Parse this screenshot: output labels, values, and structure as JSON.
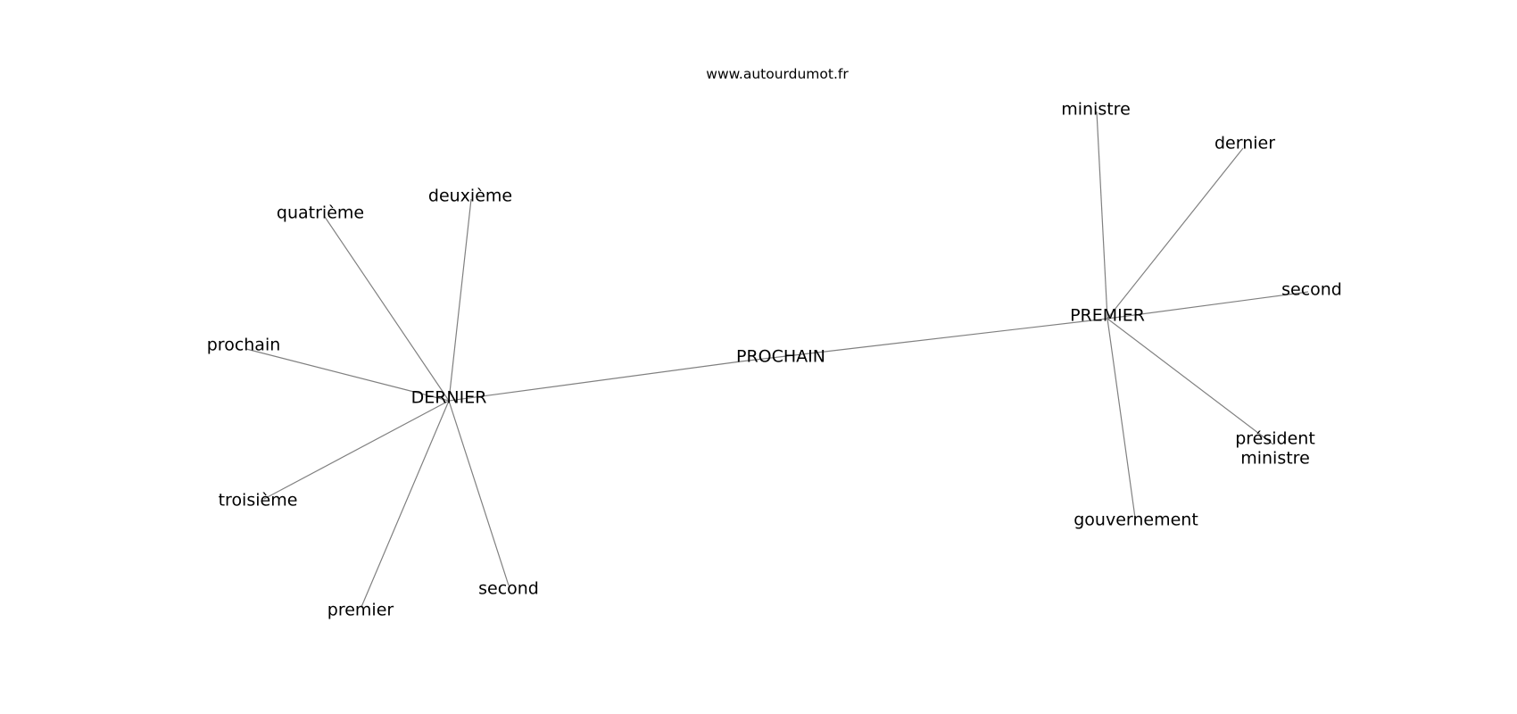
{
  "header": {
    "site": "www.autourdumot.fr"
  },
  "graph": {
    "nodes": [
      {
        "id": "prochain_center",
        "lines": [
          "PROCHAIN"
        ]
      },
      {
        "id": "dernier_hub",
        "lines": [
          "DERNIER"
        ]
      },
      {
        "id": "premier_hub",
        "lines": [
          "PREMIER"
        ]
      },
      {
        "id": "quatrieme",
        "lines": [
          "quatrième"
        ]
      },
      {
        "id": "deuxieme",
        "lines": [
          "deuxième"
        ]
      },
      {
        "id": "prochain",
        "lines": [
          "prochain"
        ]
      },
      {
        "id": "troisieme",
        "lines": [
          "troisième"
        ]
      },
      {
        "id": "premier_leaf",
        "lines": [
          "premier"
        ]
      },
      {
        "id": "second_left",
        "lines": [
          "second"
        ]
      },
      {
        "id": "ministre",
        "lines": [
          "ministre"
        ]
      },
      {
        "id": "dernier_leaf",
        "lines": [
          "dernier"
        ]
      },
      {
        "id": "second_right",
        "lines": [
          "second"
        ]
      },
      {
        "id": "president_ministre",
        "lines": [
          "président",
          "ministre"
        ]
      },
      {
        "id": "gouvernement",
        "lines": [
          "gouvernement"
        ]
      }
    ],
    "edges": [
      [
        "dernier_hub",
        "prochain_center"
      ],
      [
        "prochain_center",
        "premier_hub"
      ],
      [
        "dernier_hub",
        "quatrieme"
      ],
      [
        "dernier_hub",
        "deuxieme"
      ],
      [
        "dernier_hub",
        "prochain"
      ],
      [
        "dernier_hub",
        "troisieme"
      ],
      [
        "dernier_hub",
        "premier_leaf"
      ],
      [
        "dernier_hub",
        "second_left"
      ],
      [
        "premier_hub",
        "ministre"
      ],
      [
        "premier_hub",
        "dernier_leaf"
      ],
      [
        "premier_hub",
        "second_right"
      ],
      [
        "premier_hub",
        "president_ministre"
      ],
      [
        "premier_hub",
        "gouvernement"
      ]
    ]
  }
}
